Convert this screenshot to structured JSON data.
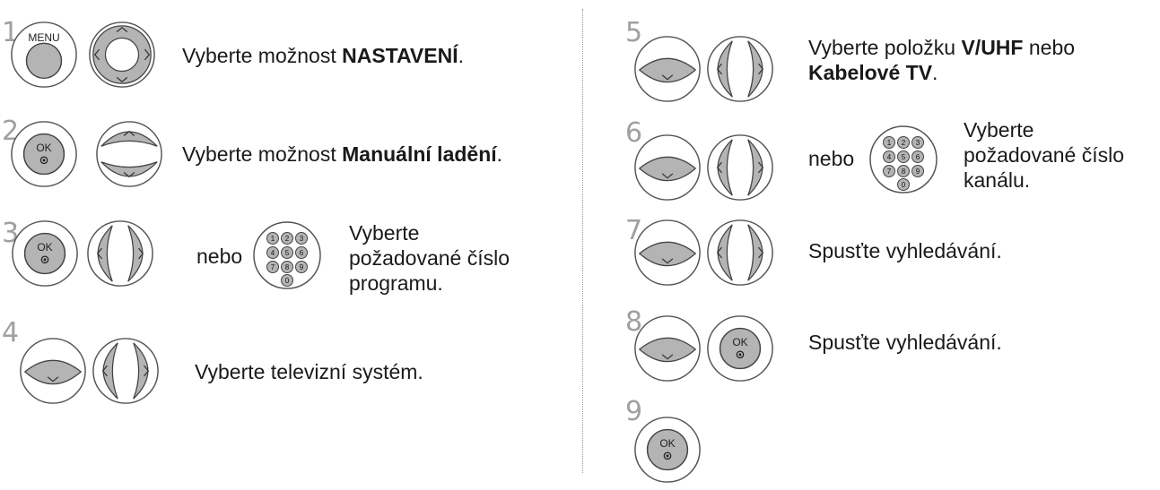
{
  "remote": {
    "menu_label": "MENU",
    "ok_label": "OK",
    "digits": [
      "1",
      "2",
      "3",
      "4",
      "5",
      "6",
      "7",
      "8",
      "9",
      "0"
    ]
  },
  "steps": [
    {
      "num": "1",
      "text_before": "Vyberte možnost ",
      "bold": "NASTAVENÍ",
      "text_after": "."
    },
    {
      "num": "2",
      "text_before": "Vyberte možnost ",
      "bold": "Manuální ladění",
      "text_after": "."
    },
    {
      "num": "3",
      "nebo": "nebo",
      "lines": [
        "Vyberte",
        "požadované číslo",
        "programu."
      ]
    },
    {
      "num": "4",
      "text": "Vyberte televizní systém."
    },
    {
      "num": "5",
      "line1_before": "Vyberte položku ",
      "line1_bold": "V/UHF",
      "line1_after": " nebo",
      "line2_bold": "Kabelové TV",
      "line2_after": "."
    },
    {
      "num": "6",
      "nebo": "nebo",
      "lines": [
        "Vyberte",
        "požadované číslo",
        "kanálu."
      ]
    },
    {
      "num": "7",
      "text": "Spusťte vyhledávání."
    },
    {
      "num": "8",
      "text": "Spusťte vyhledávání."
    },
    {
      "num": "9"
    }
  ],
  "colors": {
    "button_fill": "#b4b4b4",
    "arrow_fill": "#f4f4f4",
    "step_number": "#a0a0a0",
    "divider": "#9a9a9a"
  }
}
